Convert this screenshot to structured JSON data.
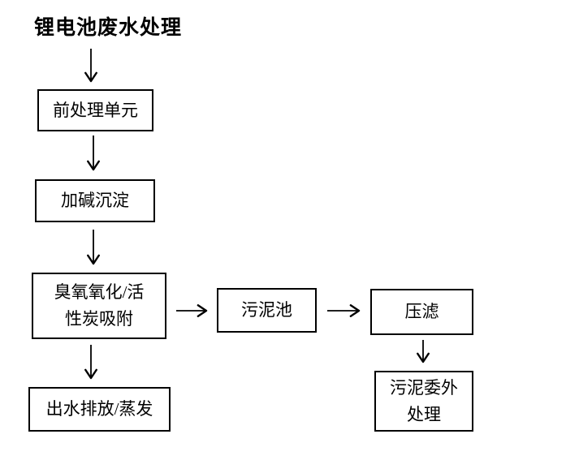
{
  "title": "锂电池废水处理",
  "colors": {
    "background": "#ffffff",
    "box_border": "#000000",
    "text": "#000000",
    "arrow": "#000000"
  },
  "flowchart": {
    "nodes": [
      {
        "id": "pretreatment",
        "label": "前处理单元",
        "lines": [
          "前处理单元"
        ]
      },
      {
        "id": "alkali-precipitation",
        "label": "加碱沉淀",
        "lines": [
          "加碱沉淀"
        ]
      },
      {
        "id": "ozone-carbon",
        "label": "臭氧氧化/活性炭吸附",
        "lines": [
          "臭氧氧化/活",
          "性炭吸附"
        ]
      },
      {
        "id": "effluent-discharge",
        "label": "出水排放/蒸发",
        "lines": [
          "出水排放/蒸发"
        ]
      },
      {
        "id": "sludge-pool",
        "label": "污泥池",
        "lines": [
          "污泥池"
        ]
      },
      {
        "id": "press-filtration",
        "label": "压滤",
        "lines": [
          "压滤"
        ]
      },
      {
        "id": "sludge-outsourced",
        "label": "污泥委外处理",
        "lines": [
          "污泥委外",
          "处理"
        ]
      }
    ],
    "edges": [
      {
        "from": "title",
        "to": "pretreatment",
        "direction": "down"
      },
      {
        "from": "pretreatment",
        "to": "alkali-precipitation",
        "direction": "down"
      },
      {
        "from": "alkali-precipitation",
        "to": "ozone-carbon",
        "direction": "down"
      },
      {
        "from": "ozone-carbon",
        "to": "effluent-discharge",
        "direction": "down"
      },
      {
        "from": "ozone-carbon",
        "to": "sludge-pool",
        "direction": "right"
      },
      {
        "from": "sludge-pool",
        "to": "press-filtration",
        "direction": "right"
      },
      {
        "from": "press-filtration",
        "to": "sludge-outsourced",
        "direction": "down"
      }
    ]
  }
}
